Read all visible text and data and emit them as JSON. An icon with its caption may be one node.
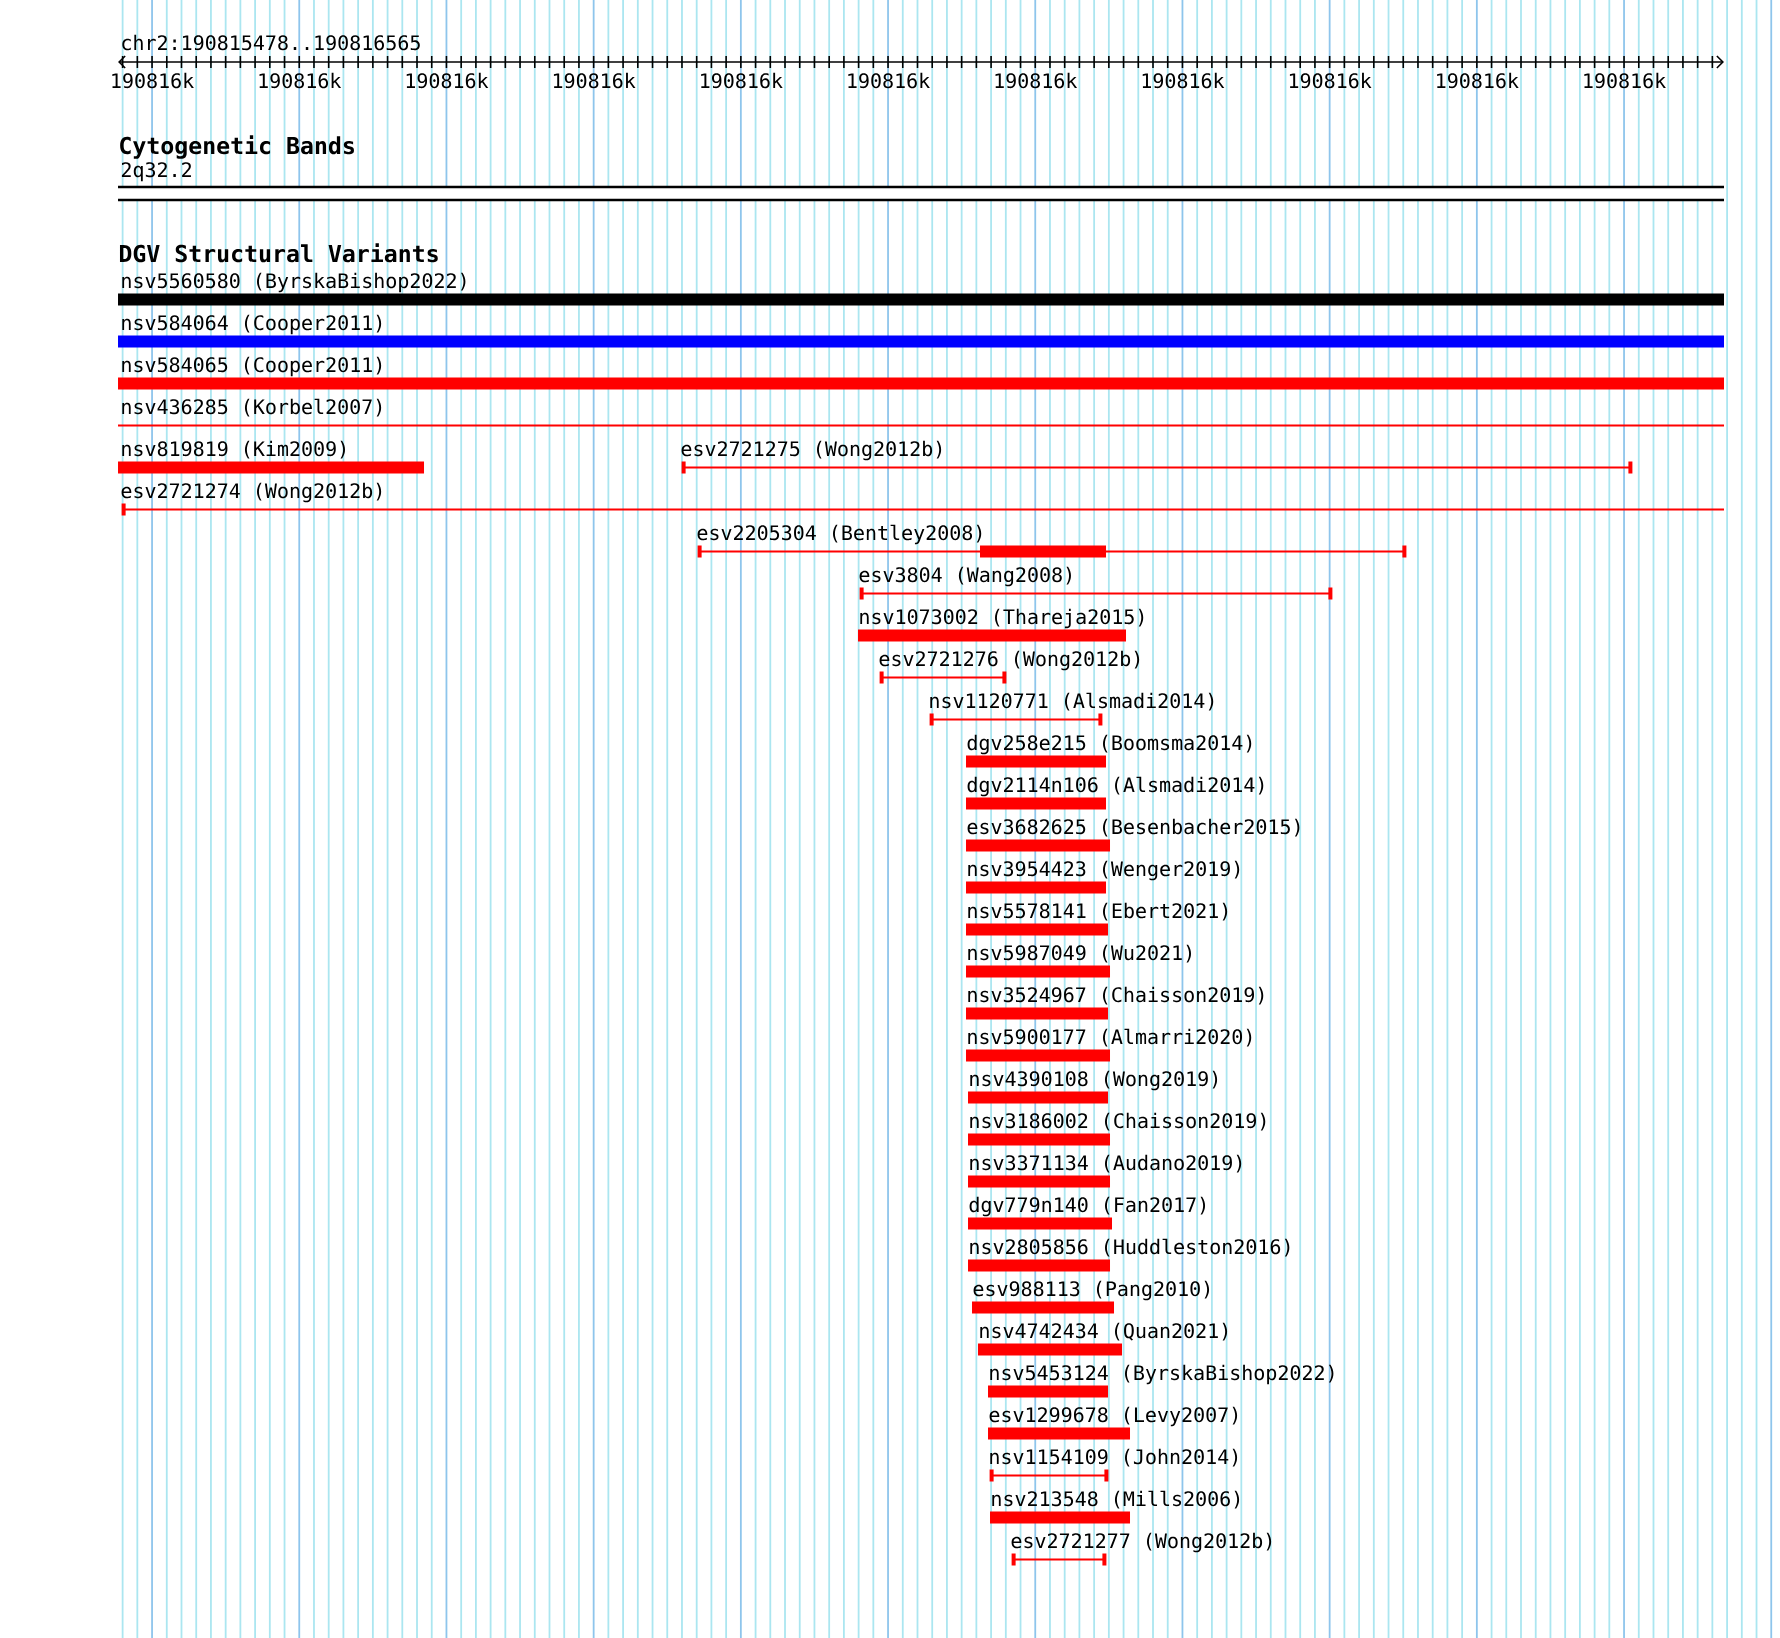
{
  "diagram": {
    "labels": [
      "chr2:190815478..190816565",
      "190816k",
      "190816k",
      "190816k",
      "190816k",
      "190816k",
      "190816k",
      "190816k",
      "190816k",
      "190816k",
      "190816k",
      "190816k",
      "Cytogenetic Bands",
      "DGV Structural Variants"
    ],
    "nodes": [
      {
        "text": [
          "2q32.2"
        ]
      },
      {
        "text": [
          "nsv5560580 (ByrskaBishop2022)"
        ]
      },
      {
        "text": [
          "nsv584064 (Cooper2011)"
        ]
      },
      {
        "text": [
          "nsv584065 (Cooper2011)"
        ]
      },
      {
        "text": [
          "nsv436285 (Korbel2007)"
        ]
      },
      {
        "text": [
          "nsv819819 (Kim2009)"
        ]
      },
      {
        "text": [
          "esv2721275 (Wong2012b)"
        ]
      },
      {
        "text": [
          "esv2721274 (Wong2012b)"
        ]
      },
      {
        "text": [
          "esv2205304 (Bentley2008)"
        ]
      },
      {
        "text": [
          "esv3804 (Wang2008)"
        ]
      },
      {
        "text": [
          "nsv1073002 (Thareja2015)"
        ]
      },
      {
        "text": [
          "esv2721276 (Wong2012b)"
        ]
      },
      {
        "text": [
          "nsv1120771 (Alsmadi2014)"
        ]
      },
      {
        "text": [
          "dgv258e215 (Boomsma2014)"
        ]
      },
      {
        "text": [
          "dgv2114n106 (Alsmadi2014)"
        ]
      },
      {
        "text": [
          "esv3682625 (Besenbacher2015)"
        ]
      },
      {
        "text": [
          "nsv3954423 (Wenger2019)"
        ]
      },
      {
        "text": [
          "nsv5578141 (Ebert2021)"
        ]
      },
      {
        "text": [
          "nsv5987049 (Wu2021)"
        ]
      },
      {
        "text": [
          "nsv3524967 (Chaisson2019)"
        ]
      },
      {
        "text": [
          "nsv5900177 (Almarri2020)"
        ]
      },
      {
        "text": [
          "nsv4390108 (Wong2019)"
        ]
      },
      {
        "text": [
          "nsv3186002 (Chaisson2019)"
        ]
      },
      {
        "text": [
          "nsv3371134 (Audano2019)"
        ]
      },
      {
        "text": [
          "dgv779n140 (Fan2017)"
        ]
      },
      {
        "text": [
          "nsv2805856 (Huddleston2016)"
        ]
      },
      {
        "text": [
          "esv988113 (Pang2010)"
        ]
      },
      {
        "text": [
          "nsv4742434 (Quan2021)"
        ]
      },
      {
        "text": [
          "nsv5453124 (ByrskaBishop2022)"
        ]
      },
      {
        "text": [
          "esv1299678 (Levy2007)"
        ]
      },
      {
        "text": [
          "nsv1154109 (John2014)"
        ]
      },
      {
        "text": [
          "nsv213548 (Mills2006)"
        ]
      },
      {
        "text": [
          "esv2721277 (Wong2012b)"
        ]
      }
    ]
  }
}
